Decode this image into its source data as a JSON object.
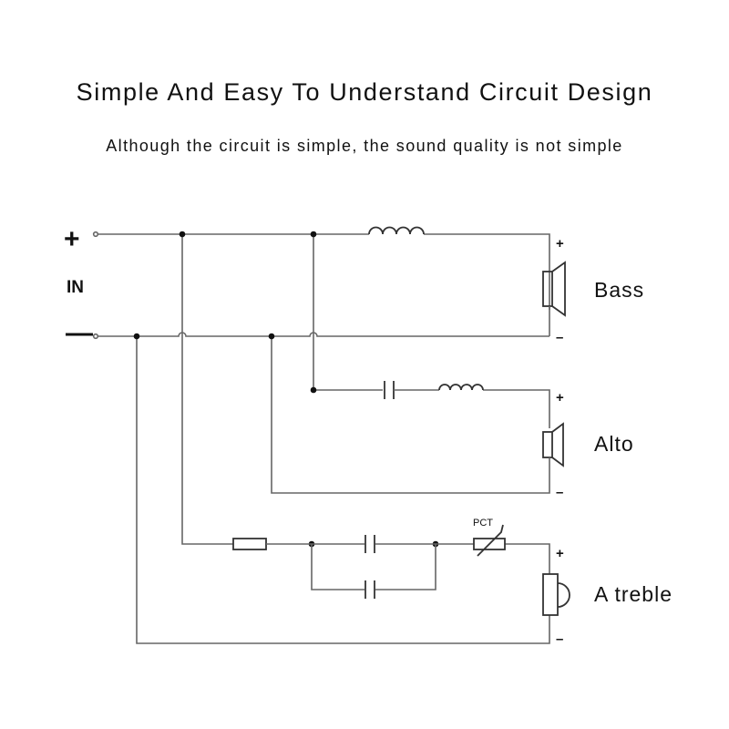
{
  "header": {
    "title": "Simple And Easy To Understand Circuit Design",
    "subtitle": "Although the circuit is simple, the sound quality is not simple"
  },
  "input": {
    "plus": "+",
    "label": "IN",
    "minus": "—"
  },
  "outputs": [
    {
      "name": "Bass",
      "plus": "+",
      "minus": "–"
    },
    {
      "name": "Alto",
      "plus": "+",
      "minus": "–"
    },
    {
      "name": "A treble",
      "plus": "+",
      "minus": "–"
    }
  ],
  "components": {
    "pct_label": "PCT"
  },
  "colors": {
    "wire": "#666666",
    "symbol": "#333333",
    "text": "#111111"
  }
}
